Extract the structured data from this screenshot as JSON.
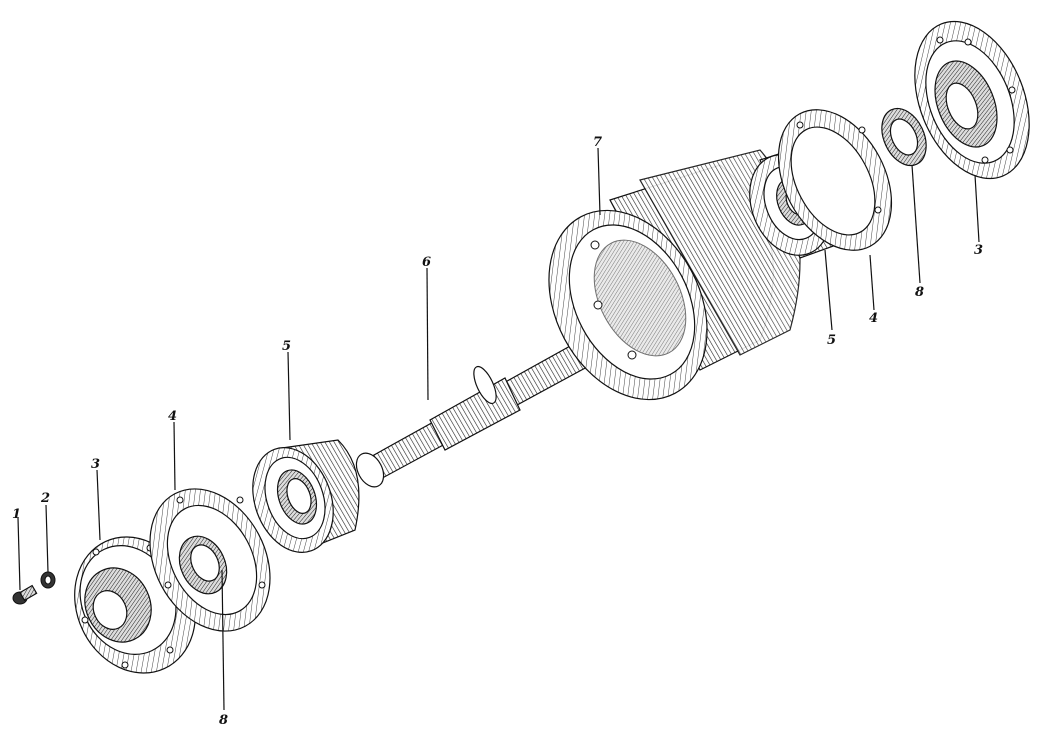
{
  "diagram": {
    "callouts": [
      {
        "id": "c1-left",
        "text": "1"
      },
      {
        "id": "c2-left",
        "text": "2"
      },
      {
        "id": "c3-left",
        "text": "3"
      },
      {
        "id": "c4-left",
        "text": "4"
      },
      {
        "id": "c5-left",
        "text": "5"
      },
      {
        "id": "c6",
        "text": "6"
      },
      {
        "id": "c7",
        "text": "7"
      },
      {
        "id": "c8-left",
        "text": "8"
      },
      {
        "id": "c5-right",
        "text": "5"
      },
      {
        "id": "c4-right",
        "text": "4"
      },
      {
        "id": "c8-right",
        "text": "8"
      },
      {
        "id": "c3-right",
        "text": "3"
      }
    ]
  }
}
